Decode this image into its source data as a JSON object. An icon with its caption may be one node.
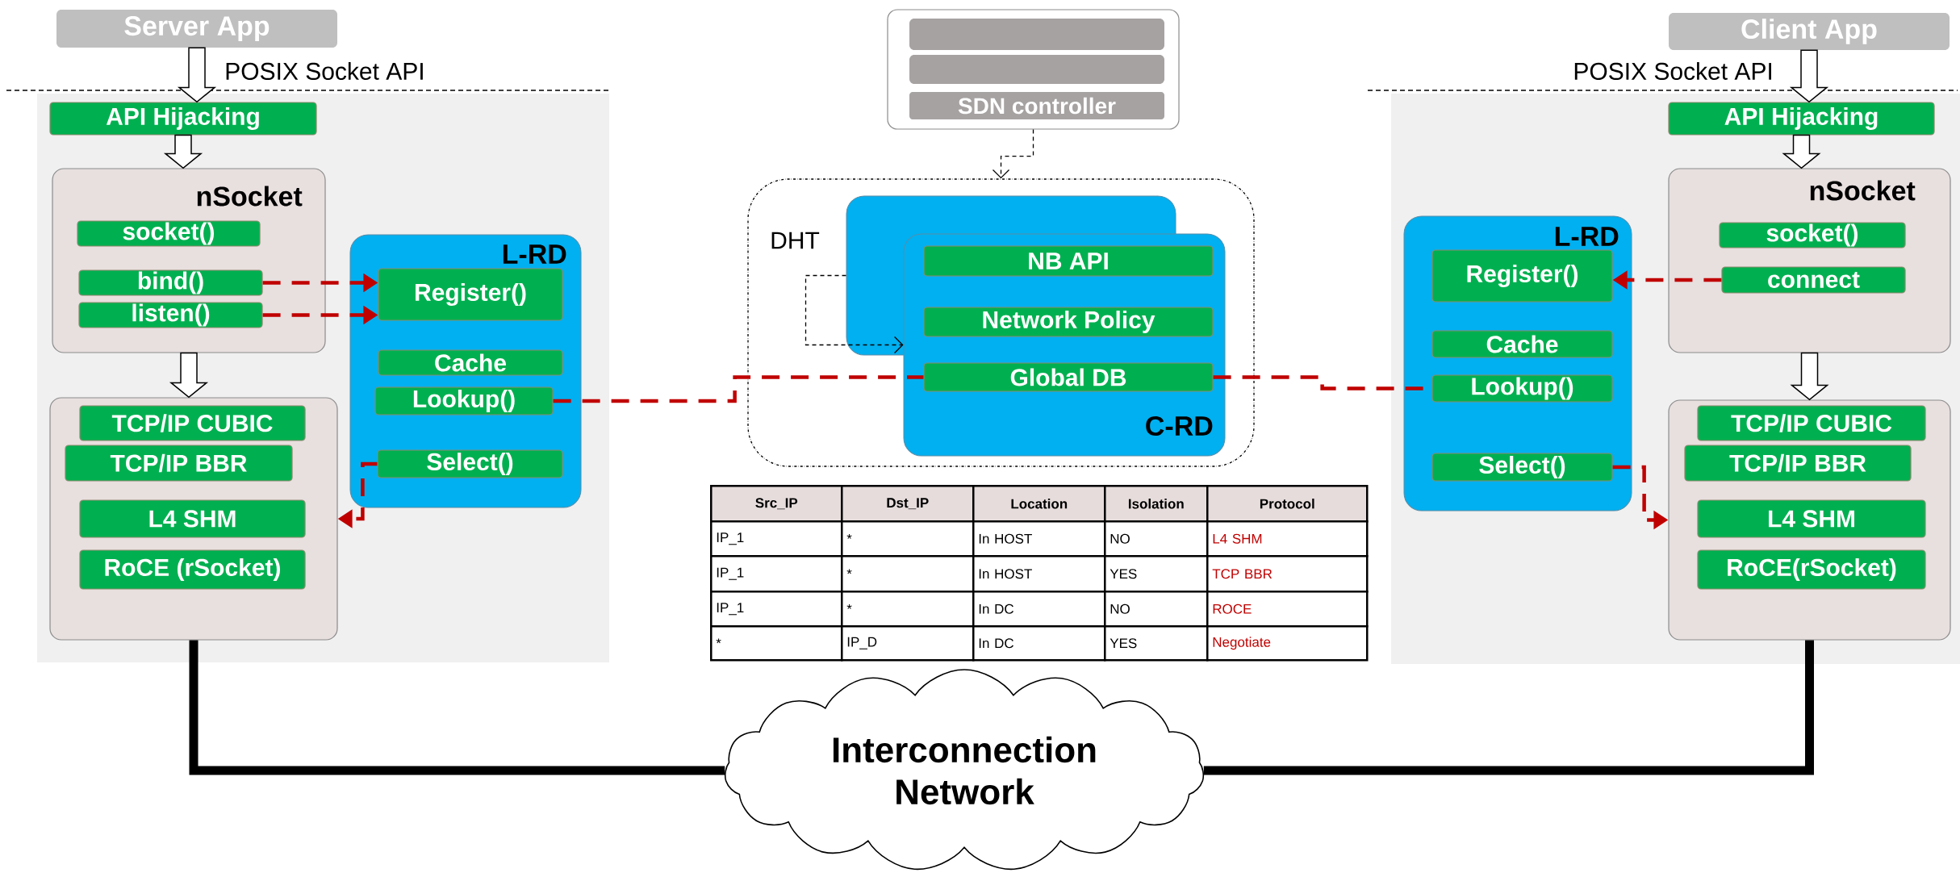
{
  "diagram": {
    "nodes": [
      {
        "text": [
          "Server App"
        ]
      },
      {
        "text": [],
        "shape": "box"
      },
      {
        "text": [
          "API Hijacking"
        ],
        "in": 1
      },
      {
        "text": [
          "nSocket"
        ],
        "in": 1
      },
      {
        "text": [
          "socket()"
        ],
        "in": 3
      },
      {
        "text": [
          "bind()"
        ],
        "in": 3
      },
      {
        "text": [
          "listen()"
        ],
        "in": 3
      },
      {
        "text": [
          "L-RD"
        ],
        "in": 1
      },
      {
        "text": [
          "Register()"
        ],
        "in": 7
      },
      {
        "text": [
          "Cache"
        ],
        "in": 7
      },
      {
        "text": [
          "Lookup()"
        ],
        "in": 7
      },
      {
        "text": [
          "Select()"
        ],
        "in": 7
      },
      {
        "text": [],
        "shape": "box",
        "in": 1
      },
      {
        "text": [
          "TCP/IP CUBIC"
        ],
        "in": 12
      },
      {
        "text": [
          "TCP/IP BBR"
        ],
        "in": 12
      },
      {
        "text": [
          "L4 SHM"
        ],
        "in": 12
      },
      {
        "text": [
          "RoCE (rSocket)"
        ],
        "in": 12
      },
      {
        "text": [],
        "shape": "box"
      },
      {
        "text": [],
        "shape": "bar",
        "in": 17
      },
      {
        "text": [],
        "shape": "bar",
        "in": 17
      },
      {
        "text": [
          "SDN controller"
        ],
        "in": 17
      },
      {
        "text": [],
        "shape": "box"
      },
      {
        "text": [],
        "shape": "box",
        "in": 21
      },
      {
        "text": [
          "C-RD"
        ],
        "in": 21
      },
      {
        "text": [
          "NB API"
        ],
        "in": 23
      },
      {
        "text": [
          "Network Policy"
        ],
        "in": 23
      },
      {
        "text": [
          "Global DB"
        ],
        "in": 23
      },
      {
        "text": [
          "Client App"
        ]
      },
      {
        "text": [],
        "shape": "box"
      },
      {
        "text": [
          "API Hijacking"
        ],
        "in": 28
      },
      {
        "text": [
          "L-RD"
        ],
        "in": 28
      },
      {
        "text": [
          "Register()"
        ],
        "in": 30
      },
      {
        "text": [
          "Cache"
        ],
        "in": 30
      },
      {
        "text": [
          "Lookup()"
        ],
        "in": 30
      },
      {
        "text": [
          "Select()"
        ],
        "in": 30
      },
      {
        "text": [
          "nSocket"
        ],
        "in": 28
      },
      {
        "text": [
          "socket()"
        ],
        "in": 35
      },
      {
        "text": [
          "connect"
        ],
        "in": 35
      },
      {
        "text": [],
        "shape": "box",
        "in": 28
      },
      {
        "text": [
          "TCP/IP CUBIC"
        ],
        "in": 38
      },
      {
        "text": [
          "TCP/IP BBR"
        ],
        "in": 38
      },
      {
        "text": [
          "L4 SHM"
        ],
        "in": 38
      },
      {
        "text": [
          "RoCE(rSocket)"
        ],
        "in": 38
      },
      {
        "text": [
          "Interconnection Network"
        ]
      }
    ],
    "edges": [
      {
        "from": 0,
        "to": 2,
        "arrow": "to",
        "label": "POSIX Socket API"
      },
      {
        "from": 2,
        "to": 3,
        "arrow": "to"
      },
      {
        "from": 3,
        "to": 12,
        "arrow": "to"
      },
      {
        "from": 5,
        "to": 8,
        "arrow": "to",
        "style": "dashed"
      },
      {
        "from": 6,
        "to": 8,
        "arrow": "to",
        "style": "dashed"
      },
      {
        "from": 11,
        "to": 12,
        "arrow": "to",
        "style": "dashed"
      },
      {
        "from": 10,
        "to": 26,
        "arrow": "none",
        "style": "dashed"
      },
      {
        "from": 26,
        "to": 33,
        "arrow": "none",
        "style": "dashed"
      },
      {
        "from": 17,
        "to": 21,
        "arrow": "to",
        "style": "dashed",
        "color": "#000000"
      },
      {
        "from": 22,
        "to": 23,
        "arrow": "to",
        "style": "dashed",
        "color": "#000000",
        "label": "DHT"
      },
      {
        "from": 27,
        "to": 29,
        "arrow": "to",
        "label": "POSIX Socket API"
      },
      {
        "from": 29,
        "to": 35,
        "arrow": "to"
      },
      {
        "from": 35,
        "to": 38,
        "arrow": "to"
      },
      {
        "from": 37,
        "to": 31,
        "arrow": "to",
        "style": "dashed"
      },
      {
        "from": 34,
        "to": 38,
        "arrow": "to",
        "style": "dashed"
      },
      {
        "from": 12,
        "to": 43,
        "arrow": "none",
        "style": "thick",
        "color": "#000000"
      },
      {
        "from": 38,
        "to": 43,
        "arrow": "none",
        "style": "thick",
        "color": "#000000"
      }
    ],
    "labels": [
      "Src_IP",
      "Dst_IP",
      "Location",
      "Isolation",
      "Protocol",
      "IP_1",
      "*",
      "In HOST",
      "NO",
      "L4 SHM",
      "IP_1",
      "*",
      "In HOST",
      "YES",
      "TCP BBR",
      "IP_1",
      "*",
      "In DC",
      "NO",
      "ROCE",
      "*",
      "IP_D",
      "In DC",
      "YES",
      "Negotiate"
    ]
  }
}
